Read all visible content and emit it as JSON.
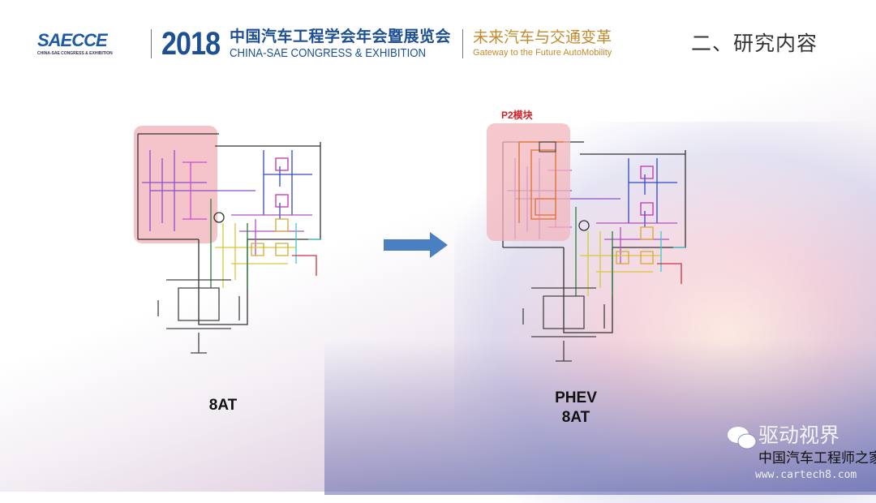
{
  "header": {
    "logo_text": "SAECCE",
    "logo_subtext": "CHINA-SAE CONGRESS & EXHIBITION",
    "year": "2018",
    "event_cn": "中国汽车工程学会年会暨展览会",
    "event_en": "CHINA-SAE CONGRESS & EXHIBITION",
    "slogan_cn": "未来汽车与交通变革",
    "slogan_en": "Gateway to the Future AutoMobility"
  },
  "section_title": "二、研究内容",
  "left_diagram": {
    "label": "8AT"
  },
  "right_diagram": {
    "label_line1": "PHEV",
    "label_line2": "8AT",
    "highlight_label": "P2模块"
  },
  "watermark": {
    "account": "驱动视界",
    "site_cn": "中国汽车工程师之家",
    "url": "www.cartech8.com"
  },
  "colors": {
    "highlight": "#f2b5bd",
    "arrow": "#4a7fc1",
    "title_blue": "#1d4f93",
    "gold": "#c38a2d"
  }
}
